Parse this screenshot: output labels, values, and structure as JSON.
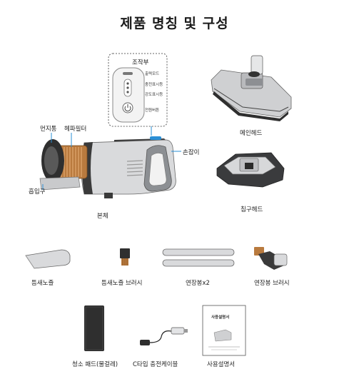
{
  "page": {
    "title": "제품 명칭 및 구성"
  },
  "main_unit": {
    "control_panel_title": "조작부",
    "control_items": [
      "출력모드",
      "충전표시등",
      "강도표시등",
      "전원버튼"
    ],
    "labels": {
      "dust_bin": "먼지통",
      "hepa_filter": "헤파필터",
      "handle": "손잡이",
      "inlet": "흡입구",
      "body": "본체"
    }
  },
  "heads": {
    "main_head": "메인헤드",
    "bed_head": "침구헤드"
  },
  "accessories": [
    {
      "label": "틈새노즐"
    },
    {
      "label": "틈새노즐 브러시"
    },
    {
      "label": "연장봉x2"
    },
    {
      "label": "연장봉 브러시"
    }
  ],
  "extras": {
    "pad": "청소 패드(물걸레)",
    "cable": "C타입 충전케이블",
    "manual": "사용설명서",
    "manual_cover_title": "사용설명서"
  }
}
